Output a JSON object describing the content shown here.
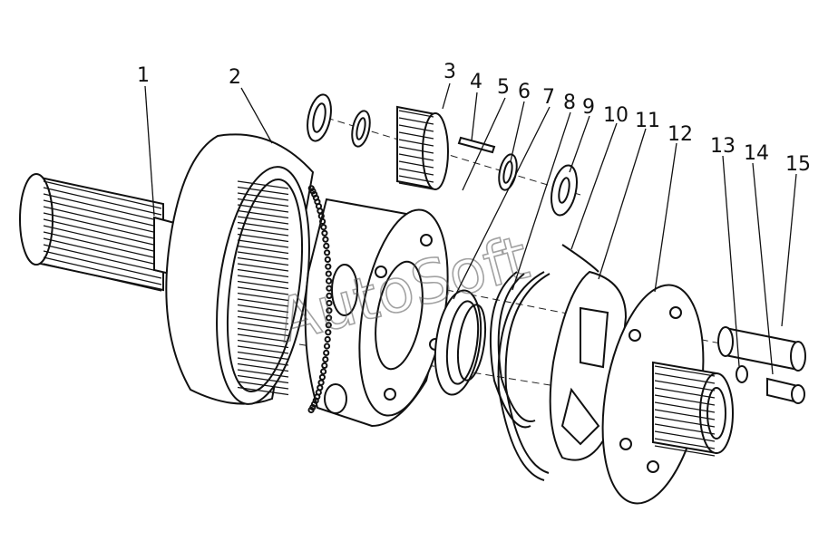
{
  "figure": {
    "callouts": [
      "1",
      "2",
      "3",
      "4",
      "5",
      "6",
      "7",
      "8",
      "9",
      "10",
      "11",
      "12",
      "13",
      "14",
      "15"
    ],
    "watermark": "AutoSoft"
  },
  "parts": [
    {
      "id": 1,
      "icon": "splined-shaft-icon"
    },
    {
      "id": 2,
      "icon": "ring-gear-icon"
    },
    {
      "id": 3,
      "icon": "planet-gear-icon"
    },
    {
      "id": 4,
      "icon": "needle-pin-icon"
    },
    {
      "id": 5,
      "icon": "lever-icon"
    },
    {
      "id": 6,
      "icon": "washer-icon"
    },
    {
      "id": 7,
      "icon": "planet-carrier-icon"
    },
    {
      "id": 8,
      "icon": "bearing-ring-icon"
    },
    {
      "id": 9,
      "icon": "thrust-washer-icon"
    },
    {
      "id": 10,
      "icon": "snap-ring-icon"
    },
    {
      "id": 11,
      "icon": "retainer-ring-icon"
    },
    {
      "id": 12,
      "icon": "lock-plate-icon"
    },
    {
      "id": 13,
      "icon": "small-washer-icon"
    },
    {
      "id": 14,
      "icon": "bolt-icon"
    },
    {
      "id": 15,
      "icon": "planet-shaft-icon"
    }
  ]
}
